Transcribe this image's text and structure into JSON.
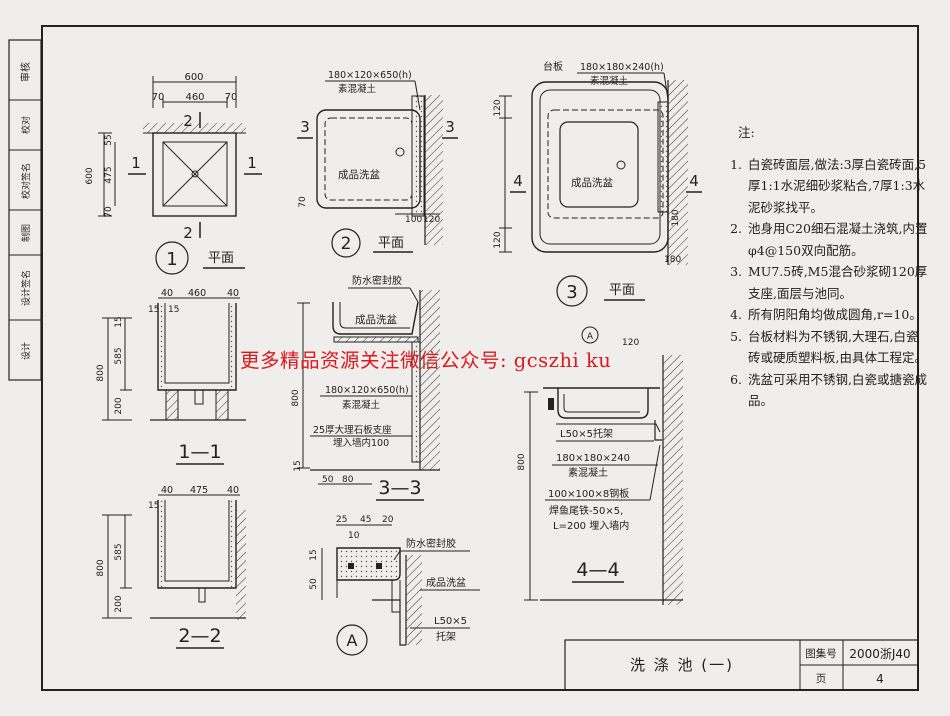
{
  "sidebar": {
    "labels": [
      "审核",
      "校对",
      "校对签名",
      "制图",
      "设计签名",
      "设计"
    ]
  },
  "drawing1": {
    "dim_total": "600",
    "dim_left": "70",
    "dim_mid": "460",
    "dim_right": "70",
    "dim_v_total": "600",
    "dim_v_top": "55",
    "dim_v_mid": "475",
    "dim_v_bot": "70",
    "sec_a": "1",
    "sec_b": "2",
    "num": "1",
    "title": "平面"
  },
  "drawing2": {
    "concrete": "180×120×650(h)",
    "concrete2": "素混凝土",
    "basin": "成品洗盆",
    "sec": "3",
    "dim_a": "70",
    "dim_b": "100",
    "dim_c": "120",
    "num": "2",
    "title": "平面"
  },
  "drawing3": {
    "board": "台板",
    "concrete": "180×180×240(h)",
    "concrete2": "素混凝土",
    "basin": "成品洗盆",
    "sec": "4",
    "dim_top": "120",
    "dim_bot": "120",
    "dim_r": "180",
    "dim_b": "180",
    "num": "3",
    "title": "平面"
  },
  "section11": {
    "dim_top": "460",
    "dim_l": "40",
    "dim_r": "40",
    "dim_15a": "15",
    "dim_15b": "15",
    "dim_800": "800",
    "dim_585": "585",
    "dim_200": "200",
    "dim_15c": "15",
    "title": "1—1"
  },
  "section22": {
    "dim_top": "475",
    "dim_l": "40",
    "dim_r": "40",
    "dim_15a": "15",
    "dim_800": "800",
    "dim_585": "585",
    "dim_200": "200",
    "title": "2—2"
  },
  "section33": {
    "seal": "防水密封胶",
    "basin": "成品洗盆",
    "dim_800": "800",
    "concrete": "180×120×650(h)",
    "concrete2": "素混凝土",
    "marble": "25厚大理石板支座",
    "marble2": "埋入墙内100",
    "dim_15": "15",
    "dim_50": "50",
    "dim_80": "80",
    "title": "3—3"
  },
  "detailA": {
    "d25": "25",
    "d45": "45",
    "d20": "20",
    "d10": "10",
    "d15": "15",
    "d50": "50",
    "seal": "防水密封胶",
    "basin": "成品洗盆",
    "angle": "L50×5",
    "angle2": "托架",
    "letter": "A"
  },
  "section44": {
    "letter": "A",
    "d120": "120",
    "d800": "800",
    "angle": "L50×5托架",
    "concrete": "180×180×240",
    "concrete2": "素混凝土",
    "plate": "100×100×8钢板",
    "plate2": "焊鱼尾铁-50×5,",
    "plate3": "L=200 埋入墙内",
    "title": "4—4"
  },
  "notes": {
    "heading": "注:",
    "items": [
      {
        "n": "1.",
        "text": "白瓷砖面层,做法:3厚白瓷砖面,5厚1:1水泥细砂浆粘合,7厚1:3水泥砂浆找平。"
      },
      {
        "n": "2.",
        "text": "池身用C20细石混凝土浇筑,内置φ4@150双向配筋。"
      },
      {
        "n": "3.",
        "text": "MU7.5砖,M5混合砂浆砌120厚支座,面层与池同。"
      },
      {
        "n": "4.",
        "text": "所有阴阳角均做成圆角,r=10。"
      },
      {
        "n": "5.",
        "text": "台板材料为不锈钢,大理石,白瓷砖或硬质塑料板,由具体工程定。"
      },
      {
        "n": "6.",
        "text": "洗盆可采用不锈钢,白瓷或搪瓷成品。"
      }
    ]
  },
  "title_block": {
    "title": "洗 涤 池 (一)",
    "atlas_label": "图集号",
    "atlas_value": "2000浙J40",
    "page_label": "页",
    "page_value": "4"
  },
  "watermark": "更多精品资源关注微信公众号: gcszhi ku",
  "colors": {
    "ink": "#222222",
    "paper": "#efeeec",
    "watermark": "#e0181e"
  }
}
